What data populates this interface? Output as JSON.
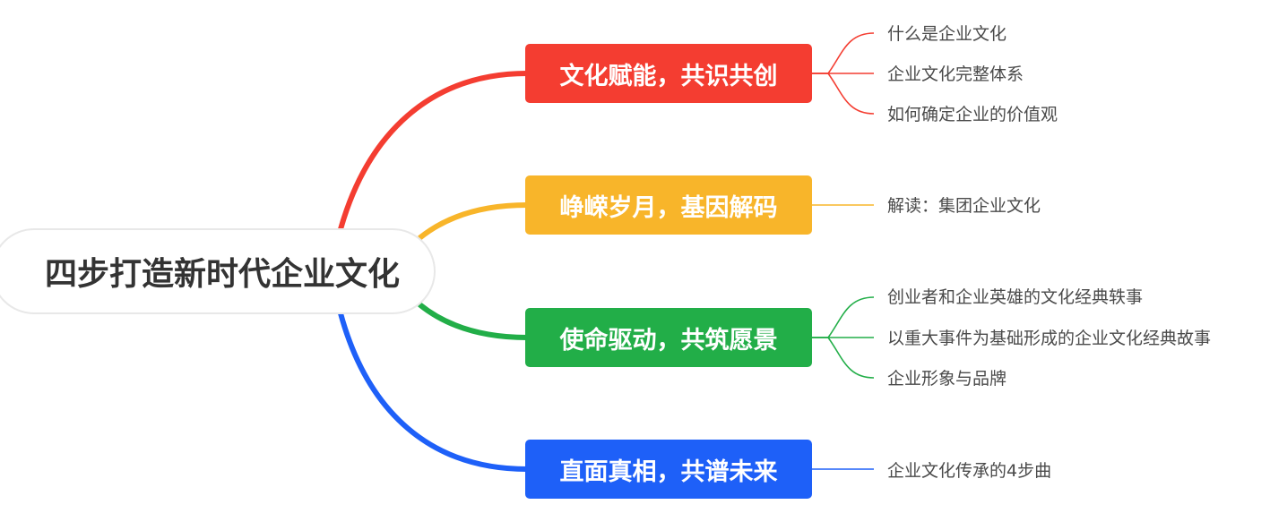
{
  "root": {
    "label": "四步打造新时代企业文化"
  },
  "colors": {
    "red": "#F43D31",
    "yellow": "#F8B52A",
    "green": "#22AE48",
    "blue": "#1E60F8"
  },
  "branches": [
    {
      "label": "文化赋能，共识共创",
      "color": "#F43D31",
      "children": [
        "什么是企业文化",
        "企业文化完整体系",
        "如何确定企业的价值观"
      ]
    },
    {
      "label": "峥嵘岁月，基因解码",
      "color": "#F8B52A",
      "children": [
        "解读：集团企业文化"
      ]
    },
    {
      "label": "使命驱动，共筑愿景",
      "color": "#22AE48",
      "children": [
        "创业者和企业英雄的文化经典轶事",
        "以重大事件为基础形成的企业文化经典故事",
        "企业形象与品牌"
      ]
    },
    {
      "label": "直面真相，共谱未来",
      "color": "#1E60F8",
      "children": [
        "企业文化传承的4步曲"
      ]
    }
  ]
}
